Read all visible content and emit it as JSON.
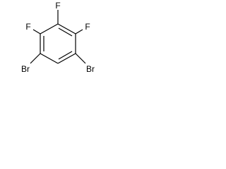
{
  "molecule": {
    "atoms": {
      "fluorine_left": "F",
      "fluorine_top": "F",
      "fluorine_right": "F",
      "bromine_left": "Br",
      "bromine_right": "Br"
    },
    "ring": "benzene",
    "colors": {
      "bond": "#000000",
      "label": "#000000",
      "background": "#ffffff"
    }
  }
}
